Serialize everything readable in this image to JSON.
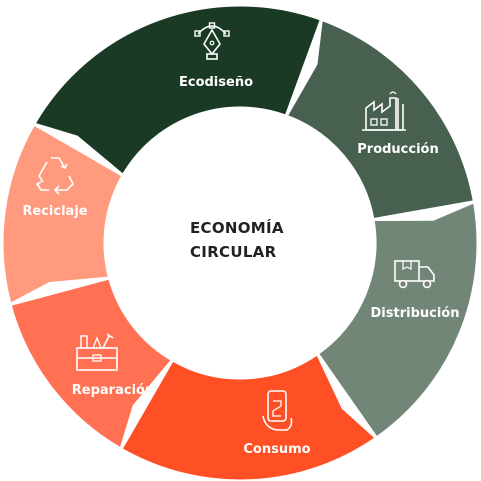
{
  "center": {
    "line1": "ECONOMÍA",
    "line2": "CIRCULAR"
  },
  "segments": [
    {
      "label": "Ecodiseño",
      "icon": "pen-tool-icon",
      "color": "#1b3a26"
    },
    {
      "label": "Producción",
      "icon": "factory-icon",
      "color": "#48604f"
    },
    {
      "label": "Distribución",
      "icon": "truck-icon",
      "color": "#728677"
    },
    {
      "label": "Consumo",
      "icon": "smartphone-hand-icon",
      "color": "#ff4f24"
    },
    {
      "label": "Reparación",
      "icon": "toolbox-icon",
      "color": "#ff7152"
    },
    {
      "label": "Reciclaje",
      "icon": "recycle-icon",
      "color": "#ff9a7e"
    }
  ]
}
